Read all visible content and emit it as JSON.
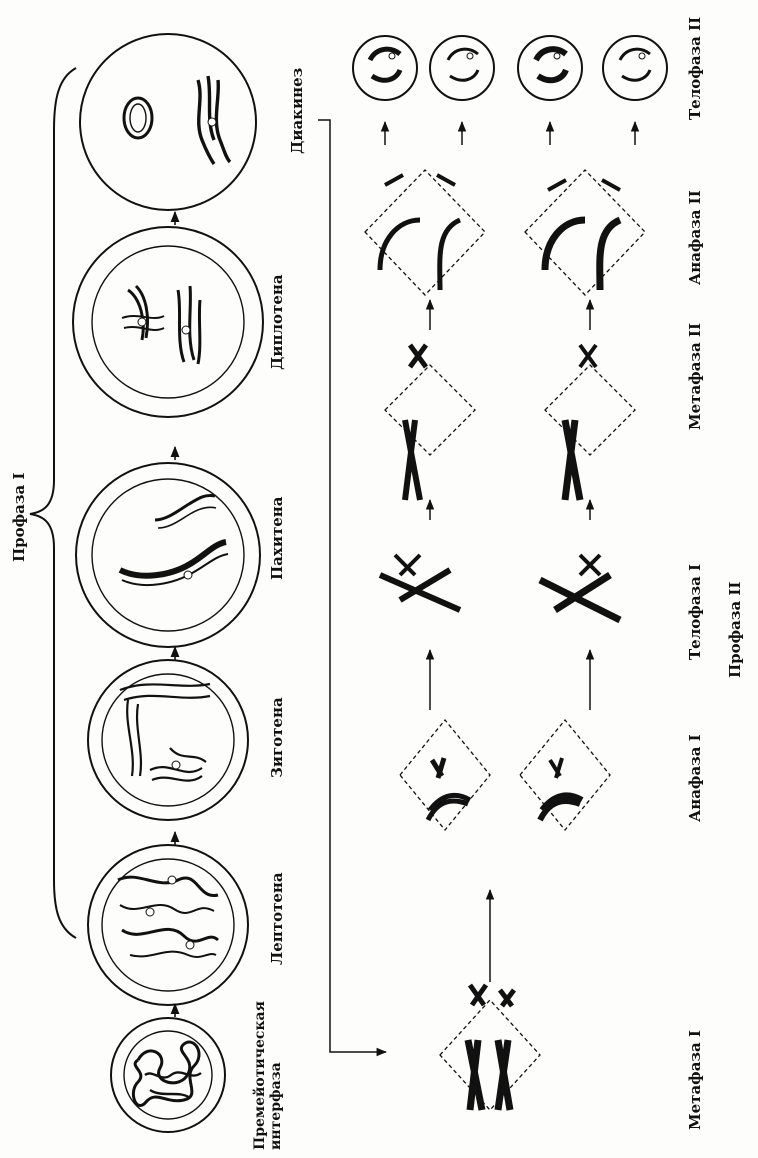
{
  "labels": {
    "prophase": "Профаза I",
    "premeiotic": "Премейотическая\nинтерфаза",
    "leptotene": "Лептотена",
    "zygotene": "Зиготена",
    "pachytene": "Пахитена",
    "diplotene": "Диплотена",
    "diakinesis": "Диакинез",
    "metaphase1": "Метафаза I",
    "anaphase1": "Анафаза I",
    "telophase1": "Телофаза I",
    "prophase2": "Профаза II",
    "metaphase2": "Метафаза II",
    "anaphase2": "Анафаза II",
    "telophase2": "Телофаза II"
  },
  "colors": {
    "ink": "#111111",
    "paper": "#fdfdfb"
  }
}
